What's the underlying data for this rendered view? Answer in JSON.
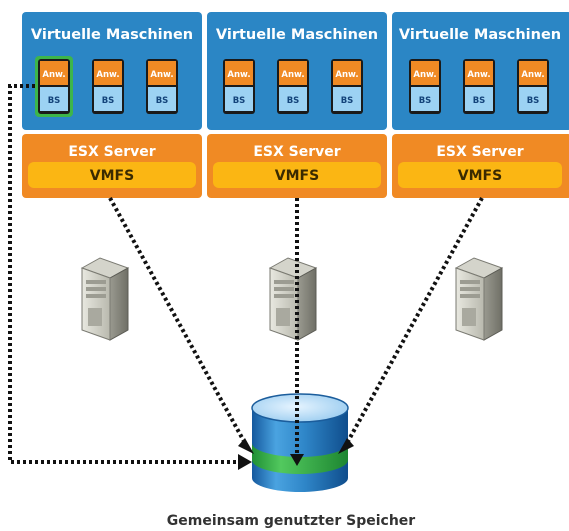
{
  "hosts": [
    {
      "vm_title": "Virtuelle Maschinen",
      "esx_label": "ESX Server",
      "vmfs_label": "VMFS",
      "vms": [
        {
          "app": "Anw.",
          "os": "BS",
          "highlighted": true
        },
        {
          "app": "Anw.",
          "os": "BS",
          "highlighted": false
        },
        {
          "app": "Anw.",
          "os": "BS",
          "highlighted": false
        }
      ]
    },
    {
      "vm_title": "Virtuelle Maschinen",
      "esx_label": "ESX Server",
      "vmfs_label": "VMFS",
      "vms": [
        {
          "app": "Anw.",
          "os": "BS",
          "highlighted": false
        },
        {
          "app": "Anw.",
          "os": "BS",
          "highlighted": false
        },
        {
          "app": "Anw.",
          "os": "BS",
          "highlighted": false
        }
      ]
    },
    {
      "vm_title": "Virtuelle Maschinen",
      "esx_label": "ESX Server",
      "vmfs_label": "VMFS",
      "vms": [
        {
          "app": "Anw.",
          "os": "BS",
          "highlighted": false
        },
        {
          "app": "Anw.",
          "os": "BS",
          "highlighted": false
        },
        {
          "app": "Anw.",
          "os": "BS",
          "highlighted": false
        }
      ]
    }
  ],
  "storage_caption": "Gemeinsam genutzter Speicher",
  "icons": [
    "server-tower-icon",
    "storage-cylinder-icon",
    "arrow-head-icon"
  ],
  "colors": {
    "vm_panel": "#2b86c5",
    "esx_panel": "#f08a24",
    "vmfs_bar": "#fbb613",
    "app_block": "#f08a24",
    "os_block": "#9cd2f3",
    "highlight": "#3db54a",
    "storage_blue": "#3a8fd0",
    "storage_band": "#3db54a"
  }
}
